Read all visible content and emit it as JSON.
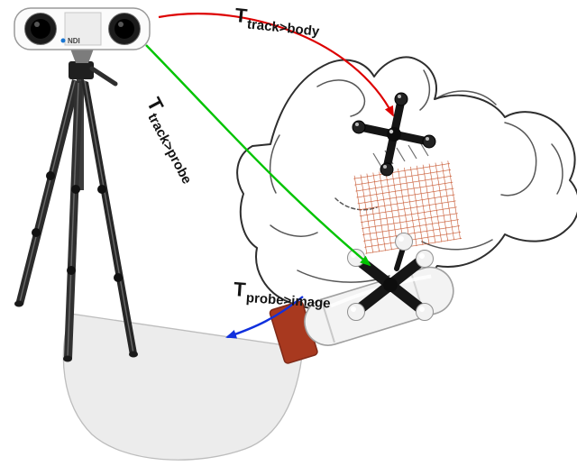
{
  "labels": {
    "track_body": {
      "main": "T",
      "sub": "track>body"
    },
    "track_probe": {
      "main": "T",
      "sub": "track>probe"
    },
    "probe_image": {
      "main": "T",
      "sub": "probe>image"
    }
  },
  "camera": {
    "logo": "NDI"
  },
  "colors": {
    "arrow_track_body": "#dd0000",
    "arrow_track_probe": "#00c400",
    "arrow_probe_image": "#1030dd",
    "grid": "#c3491f",
    "probe_tip": "#a8391f",
    "fan_fill": "#ececec",
    "sketch_stroke": "#2e2e2e"
  }
}
